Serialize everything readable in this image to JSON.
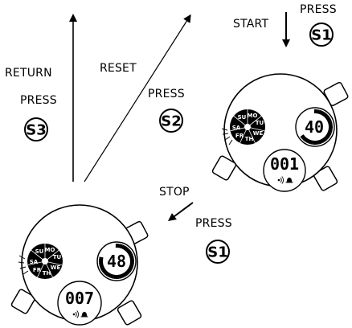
{
  "labels": {
    "return": "RETURN",
    "reset": "RESET",
    "start": "START",
    "stop": "STOP",
    "press_s3": "PRESS",
    "press_s2": "PRESS",
    "press_s1_top": "PRESS",
    "press_s1_bottom": "PRESS"
  },
  "buttons": {
    "s3": "S3",
    "s2": "S2",
    "s1_top": "S1",
    "s1_bottom": "S1"
  },
  "watch_top": {
    "seconds": "40",
    "counter": "001",
    "days": [
      "SU",
      "MO",
      "TU",
      "WE",
      "TH",
      "FR",
      "SA"
    ],
    "icons": [
      "sound-icon",
      "alarm-bell-icon"
    ]
  },
  "watch_bottom": {
    "seconds": "48",
    "counter": "007",
    "days": [
      "SU",
      "MO",
      "TU",
      "WE",
      "TH",
      "FR",
      "SA"
    ],
    "icons": [
      "sound-icon",
      "alarm-bell-icon"
    ]
  }
}
